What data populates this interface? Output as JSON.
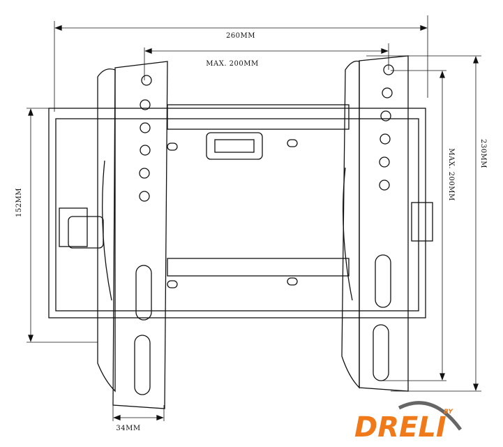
{
  "dimensions": {
    "overall_width": "260MM",
    "hole_width_max": "MAX. 200MM",
    "overall_height": "230MM",
    "hole_height_max": "MAX. 200MM",
    "wall_plate_height": "152MM",
    "arm_width": "34MM"
  },
  "logo": {
    "brand": "DRELI",
    "prefix": "BY",
    "colors": {
      "brand": "#f07a1a",
      "swoosh": "#666666"
    }
  }
}
